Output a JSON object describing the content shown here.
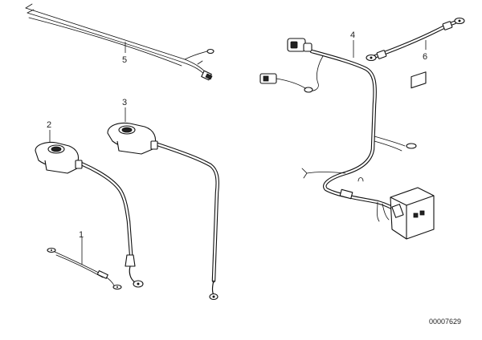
{
  "diagram": {
    "part_numbers": [
      "1",
      "2",
      "3",
      "4",
      "5",
      "6"
    ],
    "reference_code": "00007629"
  }
}
